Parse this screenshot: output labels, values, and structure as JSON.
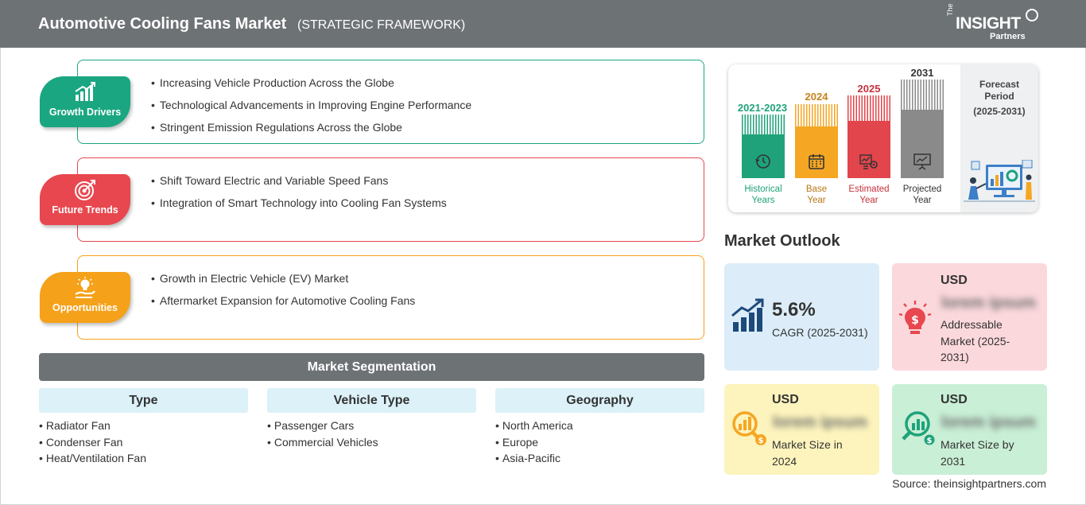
{
  "header": {
    "title": "Automotive Cooling Fans Market",
    "subtitle": "(STRATEGIC FRAMEWORK)",
    "logo": {
      "the": "The",
      "insight": "INSIGHT",
      "partners": "Partners"
    }
  },
  "colors": {
    "header_bg": "#6d7275",
    "growth": "#1aa681",
    "trends": "#e8474f",
    "opportunities": "#f5a11a",
    "historical": "#1fa27a",
    "base": "#f5a623",
    "estimated": "#e2454b",
    "projected": "#8a8a8a"
  },
  "categories": [
    {
      "label": "Growth Drivers",
      "icon": "bar-chart-growth-icon",
      "items": [
        "Increasing Vehicle Production Across the Globe",
        "Technological Advancements in Improving Engine Performance",
        "Stringent Emission Regulations Across the Globe"
      ]
    },
    {
      "label": "Future Trends",
      "icon": "target-icon",
      "items": [
        "Shift Toward Electric and Variable Speed Fans",
        "Integration of Smart Technology into Cooling Fan Systems"
      ]
    },
    {
      "label": "Opportunities",
      "icon": "lightbulb-hand-icon",
      "items": [
        "Growth in Electric Vehicle (EV) Market",
        "Aftermarket Expansion for Automotive Cooling Fans"
      ]
    }
  ],
  "segmentation": {
    "title": "Market Segmentation",
    "columns": [
      {
        "header": "Type",
        "items": [
          "Radiator Fan",
          "Condenser Fan",
          "Heat/Ventilation Fan"
        ]
      },
      {
        "header": "Vehicle Type",
        "items": [
          "Passenger Cars",
          "Commercial Vehicles"
        ]
      },
      {
        "header": "Geography",
        "items": [
          "North America",
          "Europe",
          "Asia-Pacific"
        ]
      }
    ]
  },
  "timeline": {
    "bars": [
      {
        "year": "2021-2023",
        "caption_1": "Historical",
        "caption_2": "Years",
        "icon": "history-clock-icon"
      },
      {
        "year": "2024",
        "caption_1": "Base",
        "caption_2": "Year",
        "icon": "calendar-icon"
      },
      {
        "year": "2025",
        "caption_1": "Estimated",
        "caption_2": "Year",
        "icon": "estimate-gears-icon"
      },
      {
        "year": "2031",
        "caption_1": "Projected",
        "caption_2": "Year",
        "icon": "presentation-chart-icon"
      }
    ],
    "forecast_label_1": "Forecast",
    "forecast_label_2": "Period",
    "forecast_range": "(2025-2031)"
  },
  "outlook": {
    "title": "Market Outlook",
    "cagr_value": "5.6%",
    "cagr_label": "CAGR (2025-2031)",
    "addressable_usd": "USD",
    "addressable_value": "lorem ipsum",
    "addressable_desc": "Addressable Market (2025-2031)",
    "size2024_usd": "USD",
    "size2024_value": "lorem ipsum",
    "size2024_desc": "Market Size in 2024",
    "size2031_usd": "USD",
    "size2031_value": "lorem ipsum",
    "size2031_desc": "Market Size by 2031"
  },
  "source": "Source: theinsightpartners.com"
}
